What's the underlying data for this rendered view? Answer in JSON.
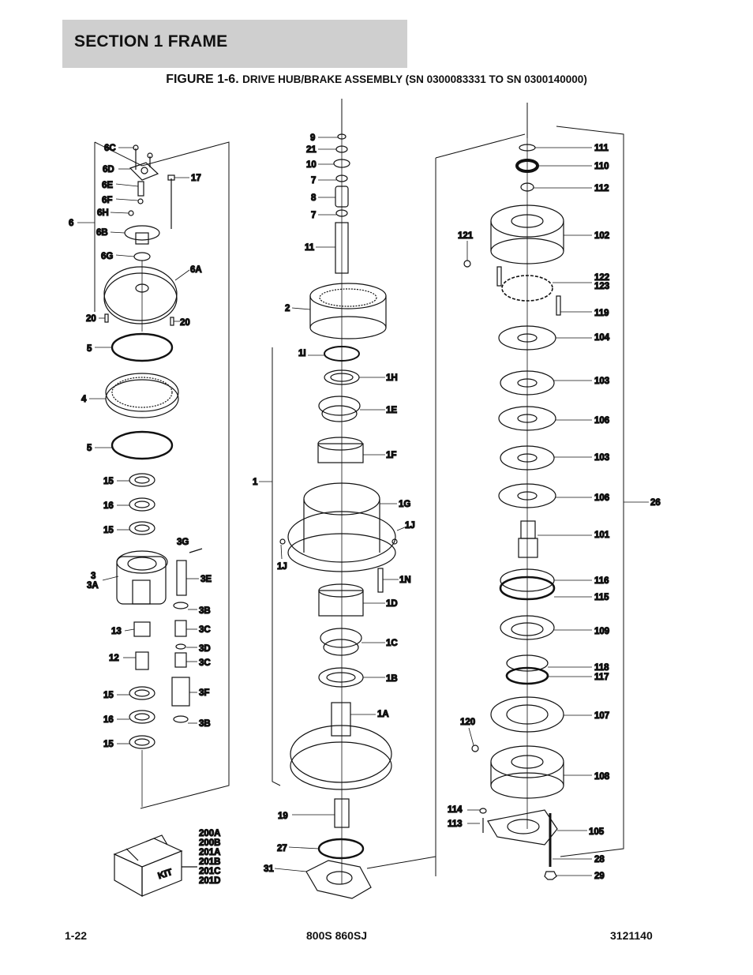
{
  "header": {
    "section": "SECTION 1  FRAME"
  },
  "figure": {
    "lead": "FIGURE 1-6.",
    "rest": "DRIVE HUB/BRAKE ASSEMBLY (SN 0300083331 TO SN 0300140000)"
  },
  "kit_label": "KIT",
  "callouts": [
    "6C",
    "6D",
    "6E",
    "6F",
    "6H",
    "6",
    "6B",
    "6G",
    "17",
    "6A",
    "20",
    "20",
    "5",
    "4",
    "5",
    "15",
    "16",
    "15",
    "3G",
    "3",
    "3A",
    "3E",
    "3B",
    "13",
    "3C",
    "3D",
    "3C",
    "12",
    "3F",
    "15",
    "16",
    "3B",
    "15",
    "9",
    "21",
    "10",
    "7",
    "8",
    "7",
    "11",
    "2",
    "1I",
    "1H",
    "1E",
    "1F",
    "1",
    "1G",
    "1J",
    "1J",
    "1N",
    "1D",
    "1C",
    "1B",
    "1A",
    "19",
    "27",
    "31",
    "111",
    "110",
    "112",
    "121",
    "102",
    "122",
    "123",
    "119",
    "104",
    "103",
    "106",
    "103",
    "106",
    "26",
    "101",
    "116",
    "115",
    "109",
    "118",
    "117",
    "120",
    "107",
    "108",
    "114",
    "113",
    "105",
    "28",
    "29",
    "200A",
    "200B",
    "201A",
    "201B",
    "201C",
    "201D"
  ],
  "footer": {
    "left": "1-22",
    "center": "800S 860SJ",
    "right": "3121140"
  }
}
